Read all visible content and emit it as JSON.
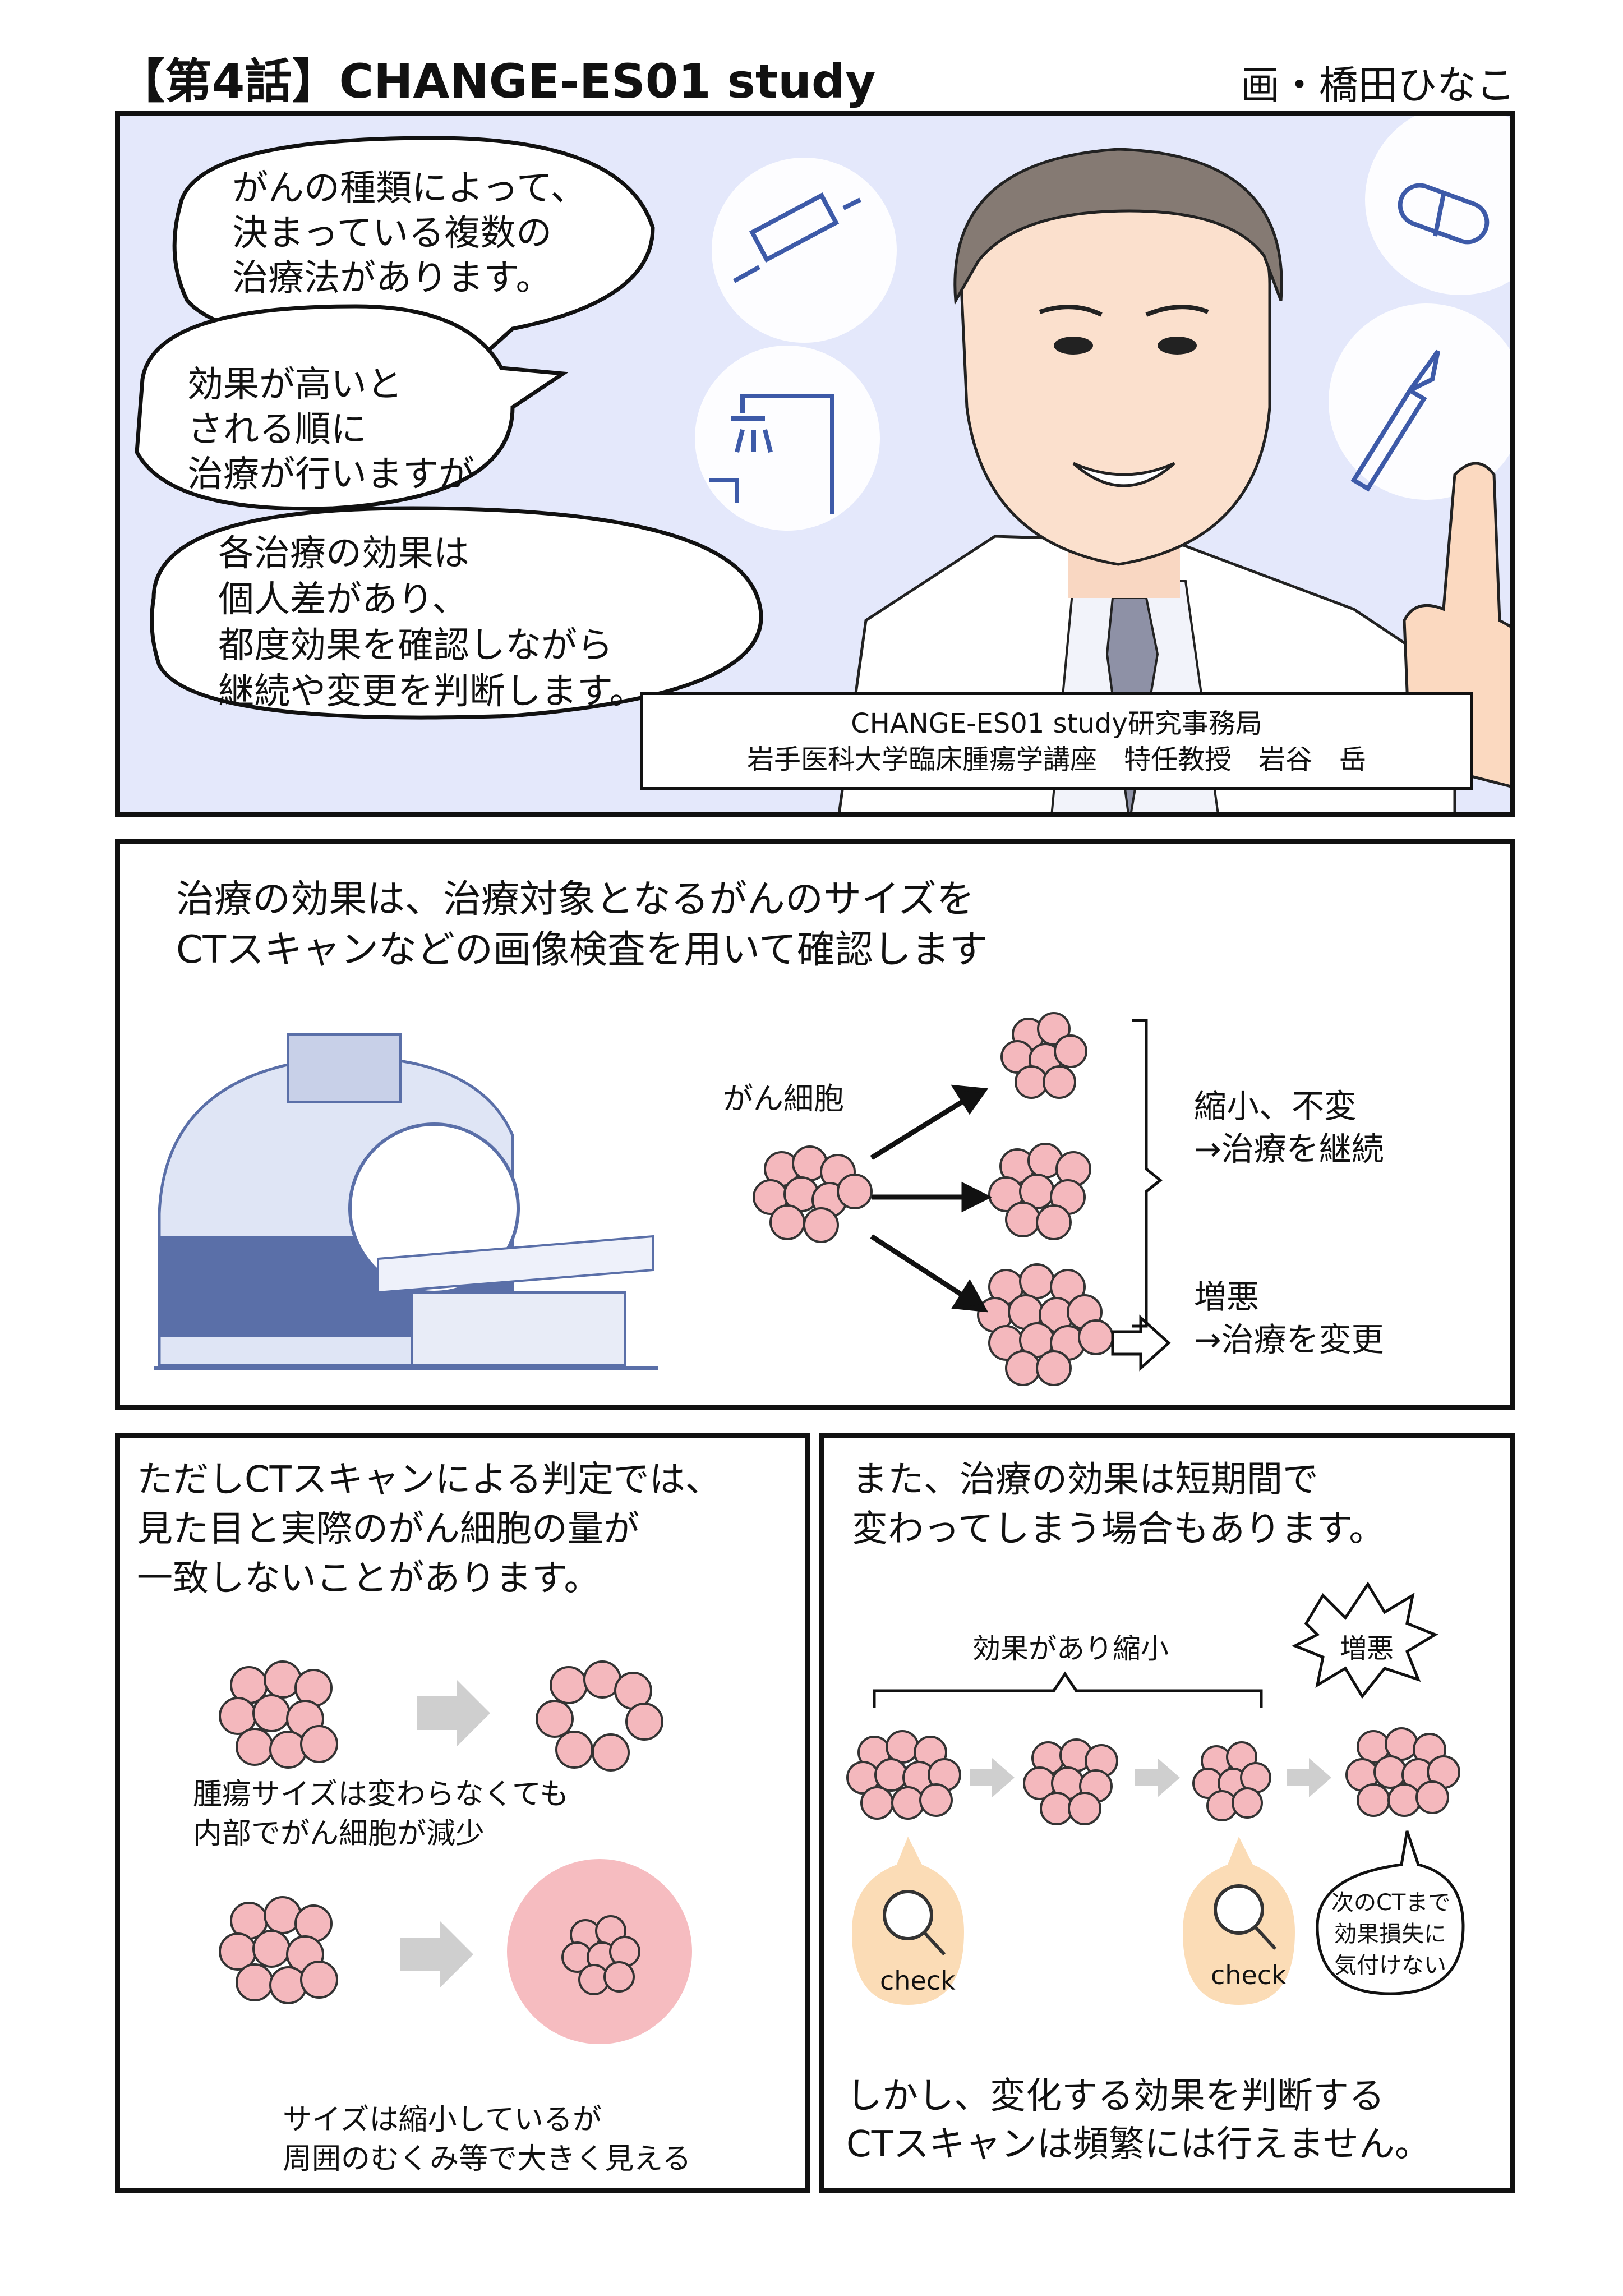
{
  "header": {
    "title": "【第4話】CHANGE-ES01 study",
    "artist": "画・橋田ひなこ"
  },
  "panel1": {
    "bubble1": [
      "がんの種類によって、",
      "決まっている複数の",
      "治療法があります。"
    ],
    "bubble2": [
      "効果が高いと",
      "される順に",
      "治療が行いますが"
    ],
    "bubble3": [
      "各治療の効果は",
      "個人差があり、",
      "都度効果を確認しながら",
      "継続や変更を判断します。"
    ],
    "caption": [
      "CHANGE-ES01 study研究事務局",
      "岩手医科大学臨床腫瘍学講座　特任教授　岩谷　岳"
    ]
  },
  "panel2": {
    "text": [
      "治療の効果は、治療対象となるがんのサイズを",
      "CTスキャンなどの画像検査を用いて確認します"
    ],
    "cell_label": "がん細胞",
    "result1": [
      "縮小、不変",
      "→治療を継続"
    ],
    "result2": [
      "増悪",
      "→治療を変更"
    ]
  },
  "panel3": {
    "text": [
      "ただしCTスキャンによる判定では、",
      "見た目と実際のがん細胞の量が",
      "一致しないことがあります。"
    ],
    "note1": [
      "腫瘍サイズは変わらなくても",
      "内部でがん細胞が減少"
    ],
    "note2": [
      "サイズは縮小しているが",
      "周囲のむくみ等で大きく見える"
    ]
  },
  "panel4": {
    "text": [
      "また、治療の効果は短期間で",
      "変わってしまう場合もあります。"
    ],
    "bracket_label": "効果があり縮小",
    "burst_label": "増悪",
    "check1": "check",
    "check2": "check",
    "speech": [
      "次のCTまで",
      "効果損失に",
      "気付けない"
    ],
    "conclusion": [
      "しかし、変化する効果を判断する",
      "CTスキャンは頻繁には行えません。"
    ]
  },
  "colors": {
    "panel_bg_blue": "#e4e8fb",
    "cell_pink": "#f4b8bd",
    "halo_pink": "#f6bcc0",
    "arrow_gray": "#cfcfcf",
    "magnifier_bg": "#fbdcb6",
    "ct_blue": "#5a6fa8"
  }
}
